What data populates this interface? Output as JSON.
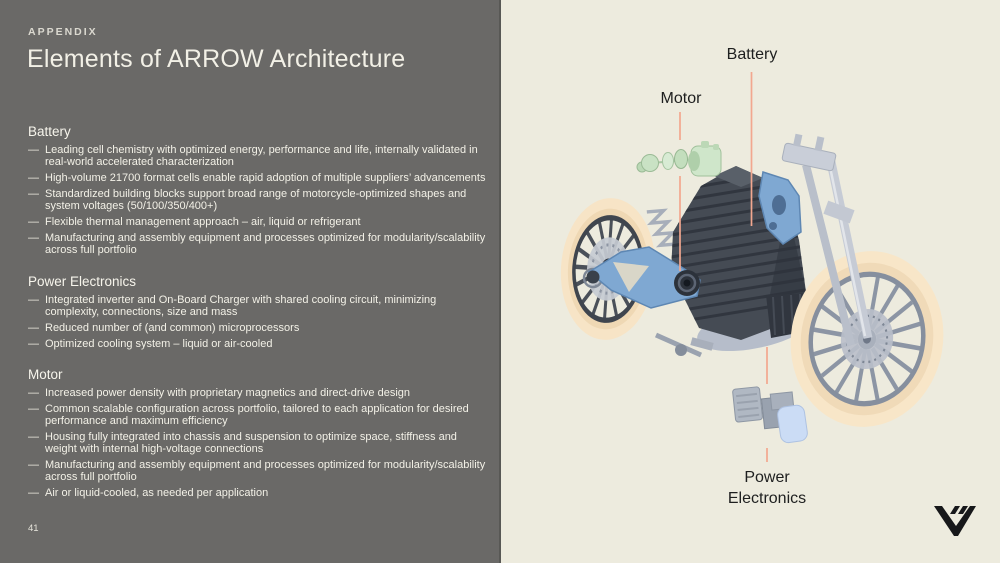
{
  "slide": {
    "kicker": "APPENDIX",
    "title": "Elements of ARROW Architecture",
    "page_number": "41"
  },
  "ui": {
    "bullet_marker": "—"
  },
  "sections": [
    {
      "heading": "Battery",
      "bullets": [
        "Leading cell chemistry with optimized energy, performance and life, internally validated in real-world accelerated characterization",
        "High-volume 21700 format cells enable rapid adoption of multiple suppliers’ advancements",
        "Standardized building blocks support broad range of motorcycle-optimized shapes and system voltages (50/100/350/400+)",
        "Flexible thermal management approach – air, liquid or refrigerant",
        "Manufacturing and assembly equipment and processes optimized for modularity/scalability across full portfolio"
      ]
    },
    {
      "heading": "Power Electronics",
      "bullets": [
        "Integrated inverter and On-Board Charger with shared cooling circuit, minimizing complexity, connections, size and mass",
        "Reduced number of (and common) microprocessors",
        "Optimized cooling system – liquid or air-cooled"
      ]
    },
    {
      "heading": "Motor",
      "bullets": [
        "Increased power density with proprietary magnetics and direct-drive design",
        "Common scalable configuration across portfolio, tailored to each application for desired performance and maximum efficiency",
        "Housing fully integrated into chassis and suspension to optimize space, stiffness and weight with internal high-voltage connections",
        "Manufacturing and assembly equipment and processes optimized for modularity/scalability across full portfolio",
        "Air or liquid-cooled, as needed per application"
      ]
    }
  ],
  "diagram": {
    "labels": {
      "battery": "Battery",
      "motor": "Motor",
      "power_electronics_line1": "Power",
      "power_electronics_line2": "Electronics"
    },
    "colors": {
      "left_bg": "#6A6967",
      "right_bg": "#EDEBDE",
      "leader_line": "#F2A78F",
      "text_light": "#F3F1E7",
      "label_dark": "#1E1F1F",
      "tire_cream": "#F7E4C6",
      "frame_blue": "#7FA8D2",
      "battery_dark": "#454B54",
      "motor_green": "#CFE6CA",
      "pe_cover_blue": "#CBDCF5",
      "logo": "#17181A"
    }
  }
}
